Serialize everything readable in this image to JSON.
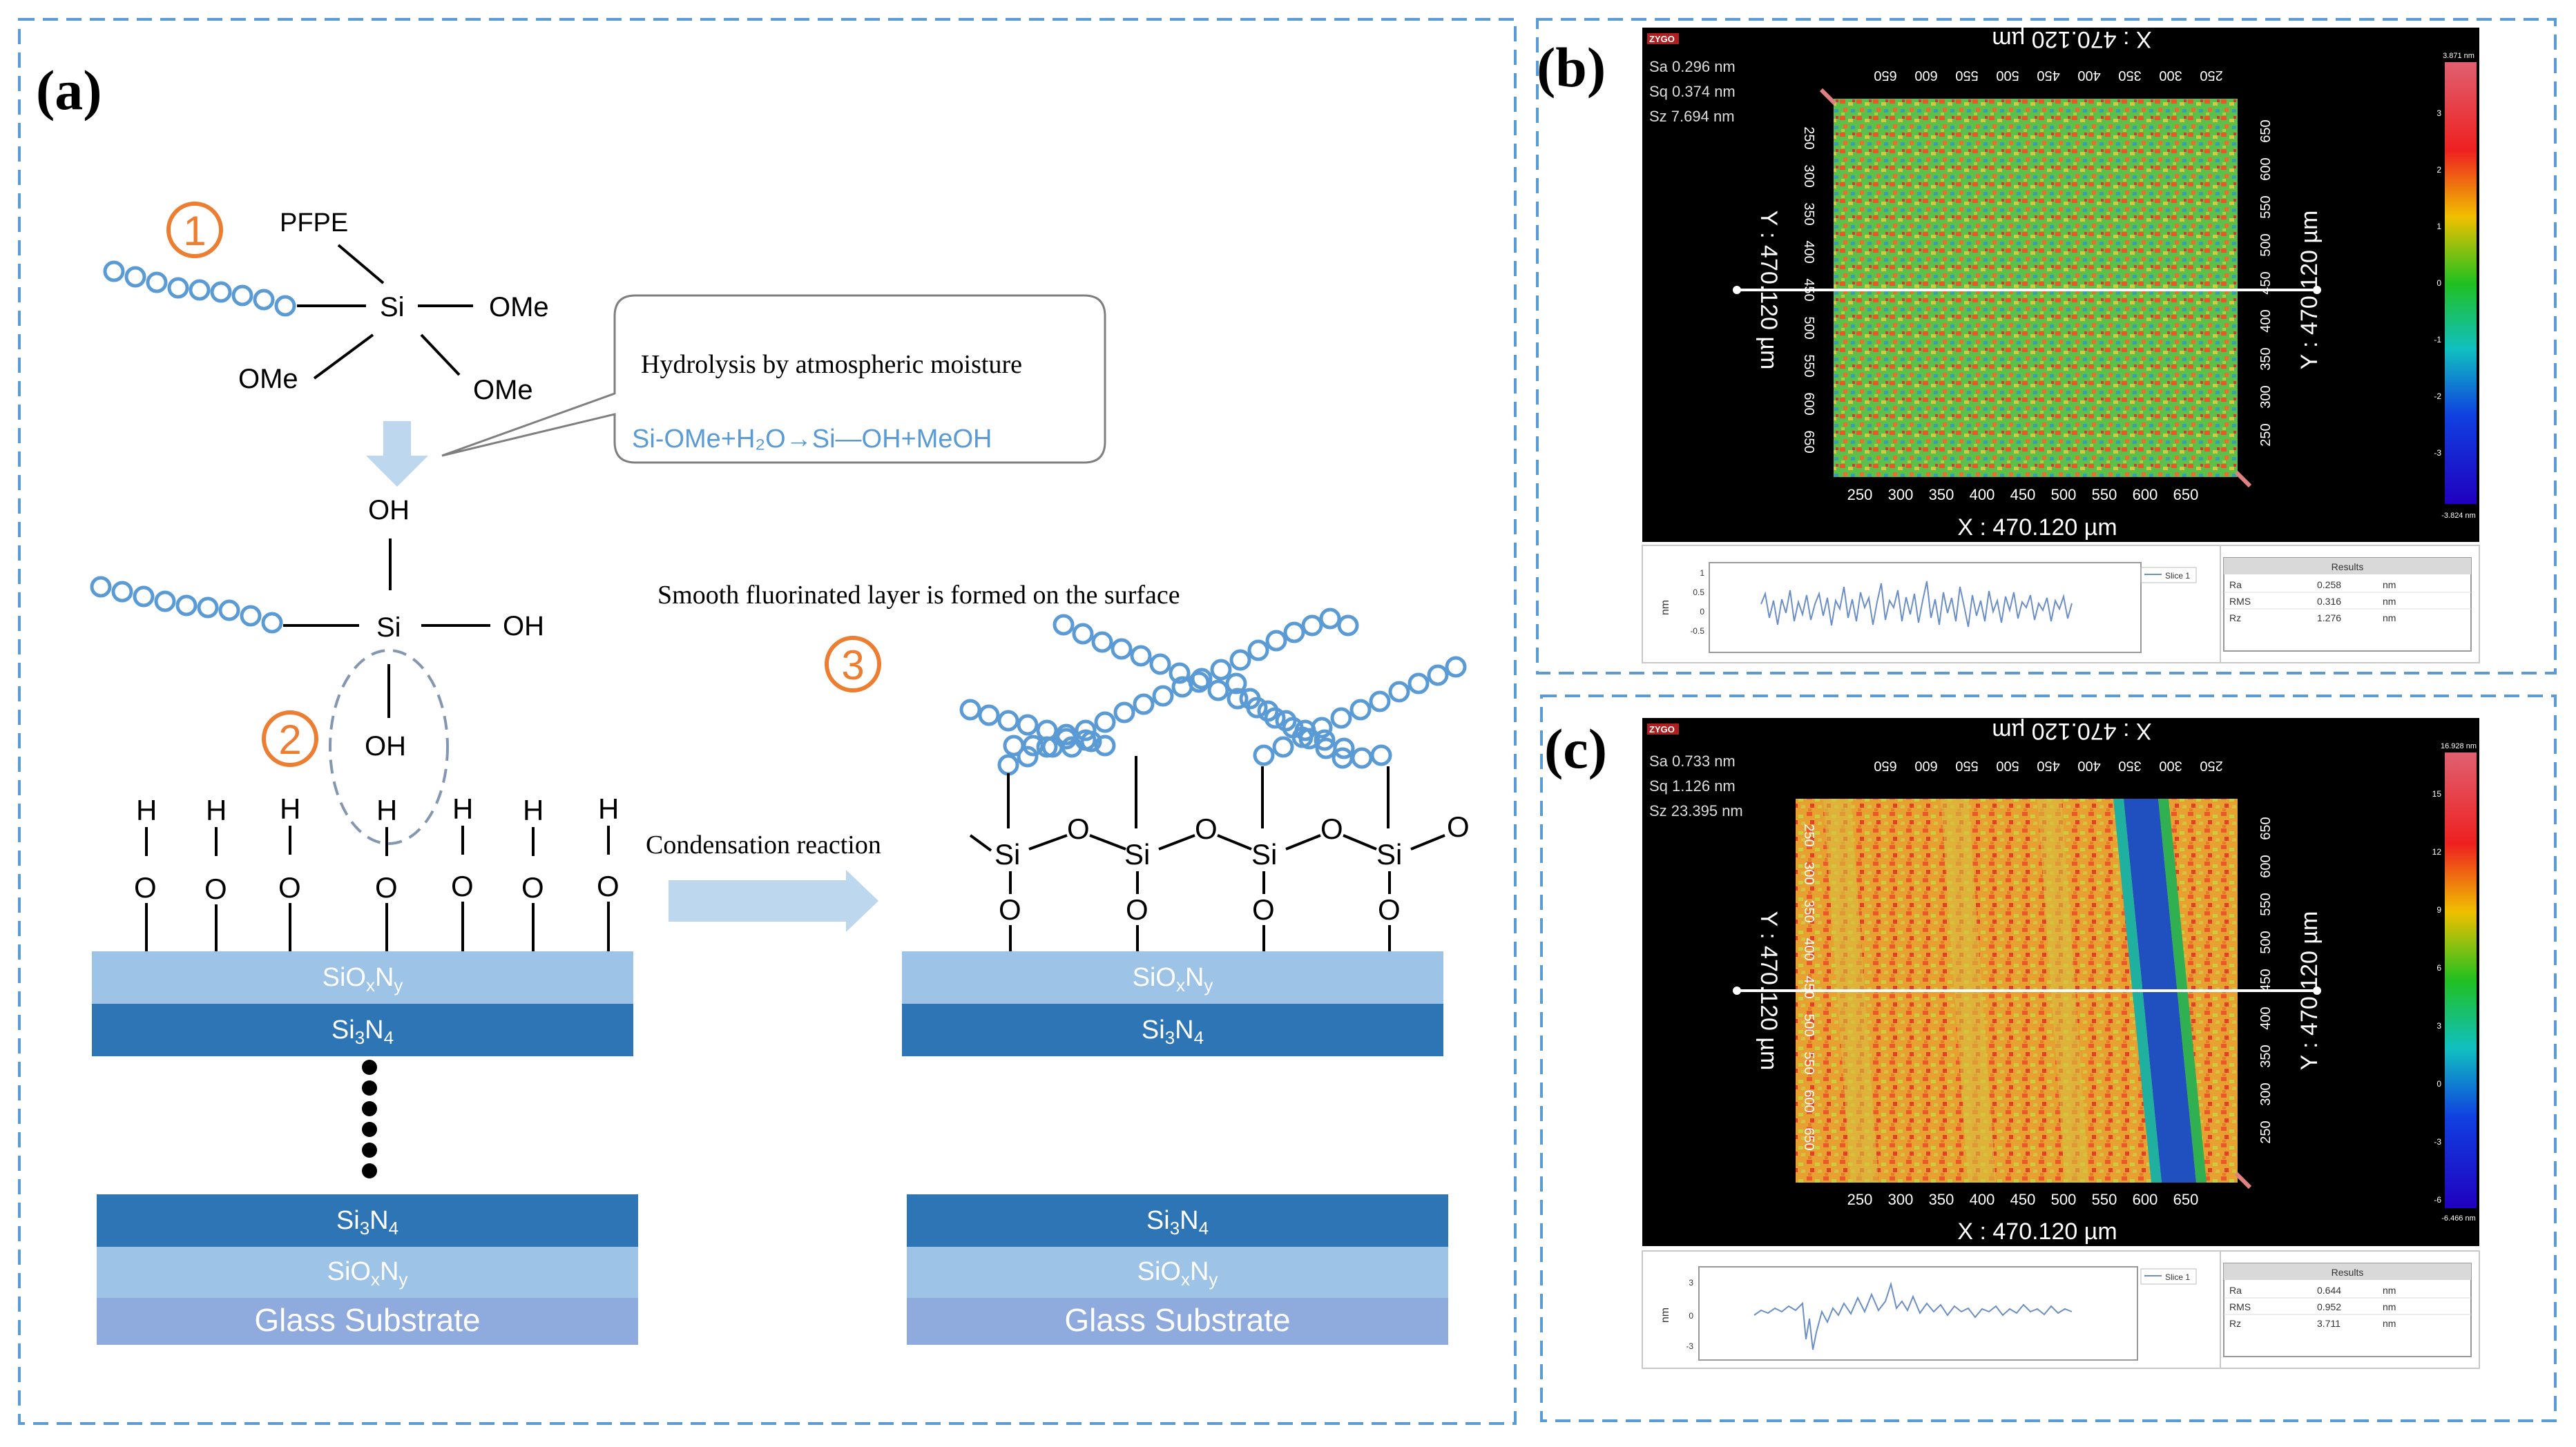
{
  "colors": {
    "panel_border": "#5b9bd5",
    "orange": "#ed7d31",
    "chain": "#5b9bd5",
    "sio_layer": "#9dc3e6",
    "si3n4_layer": "#2e75b6",
    "glass_layer": "#8faadc",
    "arrow_fill": "#bdd7ee",
    "formula_blue": "#5b9bd5"
  },
  "panel_a": {
    "label": "(a)",
    "step1_num": "1",
    "step2_num": "2",
    "step3_num": "3",
    "pfpe": "PFPE",
    "si": "Si",
    "ome": "OMe",
    "oh": "OH",
    "h": "H",
    "o": "O",
    "callout_title": "Hydrolysis by atmospheric moisture",
    "callout_formula": "Si-OMe+H₂O→Si—OH+MeOH",
    "smooth_text": "Smooth fluorinated layer is formed on the surface",
    "condensation": "Condensation reaction",
    "layer_sio_main": "SiO",
    "layer_sio_sub_x": "x",
    "layer_sio_sub_n": "N",
    "layer_sio_sub_y": "y",
    "layer_si3n4_main": "Si",
    "layer_si3n4_sub3": "3",
    "layer_si3n4_n": "N",
    "layer_si3n4_sub4": "4",
    "glass": "Glass Substrate"
  },
  "panel_b": {
    "label": "(b)",
    "logo": "ZYGO",
    "stats": [
      "Sa 0.296 nm",
      "Sq 0.374 nm",
      "Sz 7.694 nm"
    ],
    "x_axis": "X : 470.120 µm",
    "x_axis_top": "X : 470.120 µm",
    "y_axis_left": "Y : 470.120 µm",
    "y_axis_right": "Y : 470.120 µm",
    "ticks_x": [
      "250",
      "300",
      "350",
      "400",
      "450",
      "500",
      "550",
      "600",
      "650"
    ],
    "scale_max": "3.871 nm",
    "scale_min": "-3.824 nm",
    "scale_ticks": [
      "3",
      "2",
      "1",
      "0",
      "-1",
      "-2",
      "-3"
    ],
    "profile_ylabel": "nm",
    "profile_yticks": [
      "1",
      "0.5",
      "0",
      "-0.5"
    ],
    "legend": "Slice 1",
    "results_title": "Results",
    "results": [
      {
        "name": "Ra",
        "value": "0.258",
        "unit": "nm"
      },
      {
        "name": "RMS",
        "value": "0.316",
        "unit": "nm"
      },
      {
        "name": "Rz",
        "value": "1.276",
        "unit": "nm"
      }
    ]
  },
  "panel_c": {
    "label": "(c)",
    "logo": "ZYGO",
    "stats": [
      "Sa 0.733 nm",
      "Sq 1.126 nm",
      "Sz 23.395 nm"
    ],
    "x_axis": "X : 470.120 µm",
    "x_axis_top": "X : 470.120 µm",
    "y_axis_left": "Y : 470.120 µm",
    "y_axis_right": "Y : 470.120 µm",
    "ticks_x": [
      "250",
      "300",
      "350",
      "400",
      "450",
      "500",
      "550",
      "600",
      "650"
    ],
    "scale_max": "16.928 nm",
    "scale_min": "-6.466 nm",
    "scale_ticks": [
      "15",
      "12",
      "9",
      "6",
      "3",
      "0",
      "-3",
      "-6"
    ],
    "profile_ylabel": "nm",
    "profile_yticks": [
      "3",
      "0",
      "-3"
    ],
    "legend": "Slice 1",
    "results_title": "Results",
    "results": [
      {
        "name": "Ra",
        "value": "0.644",
        "unit": "nm"
      },
      {
        "name": "RMS",
        "value": "0.952",
        "unit": "nm"
      },
      {
        "name": "Rz",
        "value": "3.711",
        "unit": "nm"
      }
    ]
  }
}
